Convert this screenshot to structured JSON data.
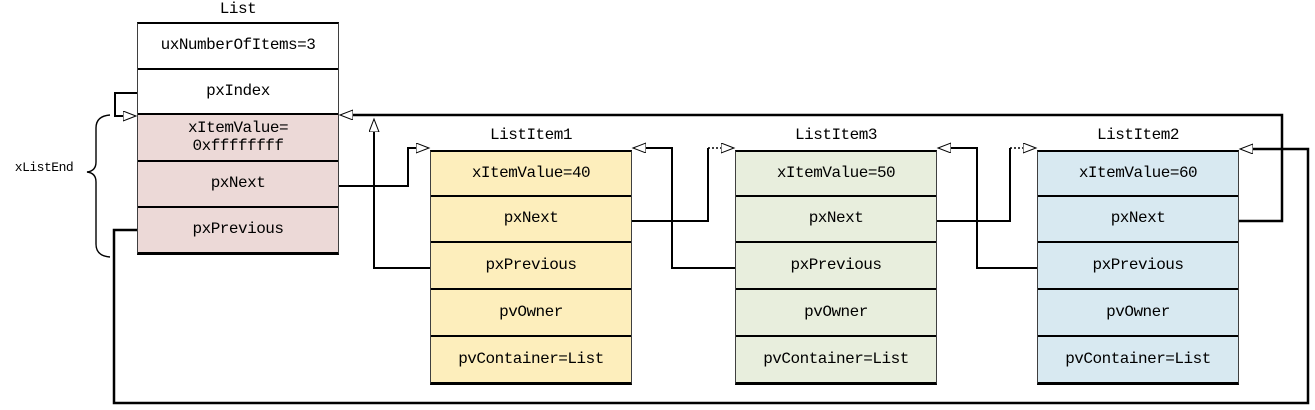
{
  "list": {
    "title": "List",
    "rows": [
      {
        "text": "uxNumberOfItems=3"
      },
      {
        "text": "pxIndex"
      },
      {
        "text": "xItemValue=",
        "text2": "0xffffffff"
      },
      {
        "text": "pxNext"
      },
      {
        "text": "pxPrevious"
      }
    ]
  },
  "items": [
    {
      "title": "ListItem1",
      "fill": "#fdeebc",
      "rows": [
        {
          "text": "xItemValue=40"
        },
        {
          "text": "pxNext"
        },
        {
          "text": "pxPrevious"
        },
        {
          "text": "pvOwner"
        },
        {
          "text": "pvContainer=List"
        }
      ]
    },
    {
      "title": "ListItem3",
      "fill": "#e8eedd",
      "rows": [
        {
          "text": "xItemValue=50"
        },
        {
          "text": "pxNext"
        },
        {
          "text": "pxPrevious"
        },
        {
          "text": "pvOwner"
        },
        {
          "text": "pvContainer=List"
        }
      ]
    },
    {
      "title": "ListItem2",
      "fill": "#d8e9f1",
      "rows": [
        {
          "text": "xItemValue=60"
        },
        {
          "text": "pxNext"
        },
        {
          "text": "pxPrevious"
        },
        {
          "text": "pvOwner"
        },
        {
          "text": "pvContainer=List"
        }
      ]
    }
  ],
  "side_label": {
    "text": "xListEnd"
  },
  "colors": {
    "list_highlight": "#ecd9d7",
    "list_plain": "#ffffff",
    "line": "#000000"
  }
}
